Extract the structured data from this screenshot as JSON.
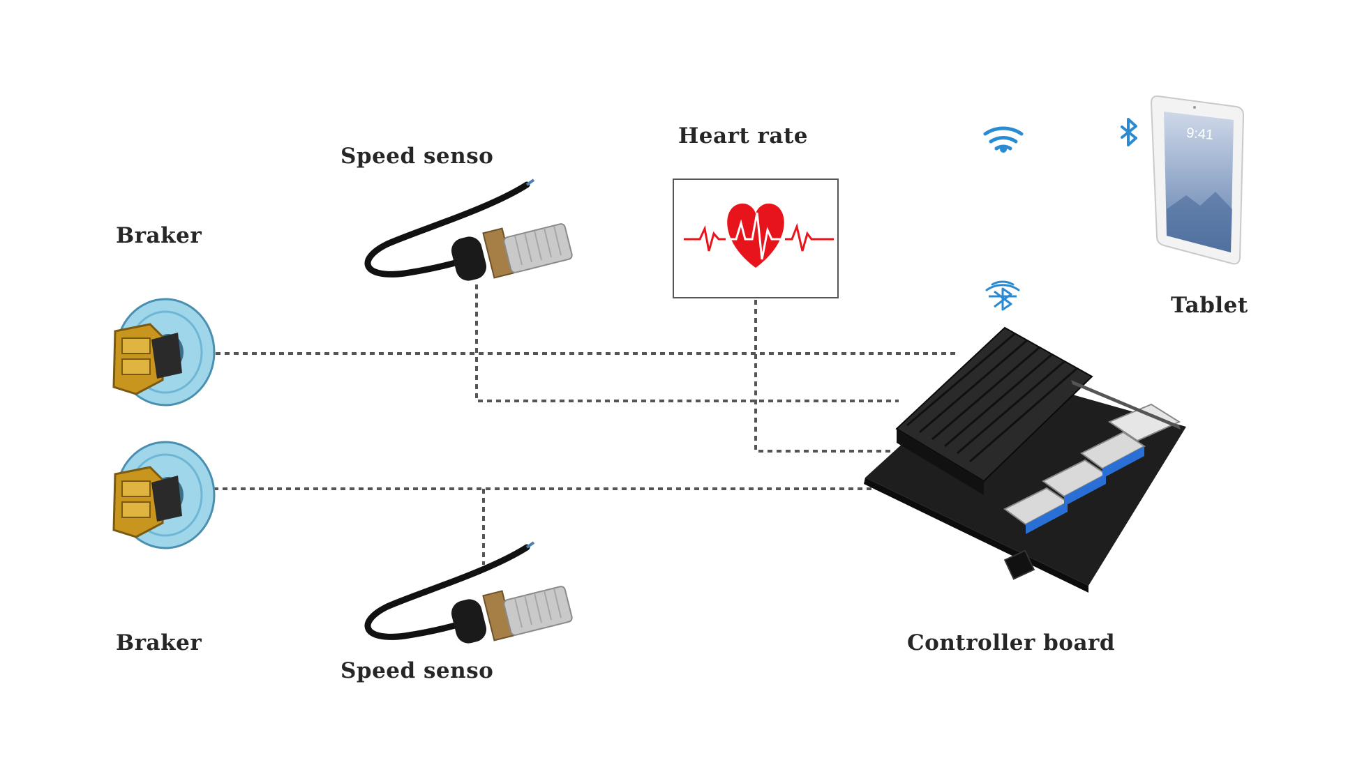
{
  "labels": {
    "braker_top": "Braker",
    "braker_bottom": "Braker",
    "speed_sensor_top": "Speed senso",
    "speed_sensor_bottom": "Speed senso",
    "heart_rate": "Heart rate",
    "tablet": "Tablet",
    "controller_board": "Controller board"
  },
  "tablet_screen": {
    "time": "9:41"
  },
  "icons": {
    "wifi": "wifi-icon",
    "bluetooth": "bluetooth-icon",
    "wireless_bluetooth": "wireless-bluetooth-icon"
  },
  "colors": {
    "connector": "#555555",
    "heart": "#e8141c",
    "icon_blue": "#2a8bd2",
    "brake_caliper": "#c8961e",
    "brake_disc": "#9fd6ea",
    "board": "#1e1e1e"
  }
}
